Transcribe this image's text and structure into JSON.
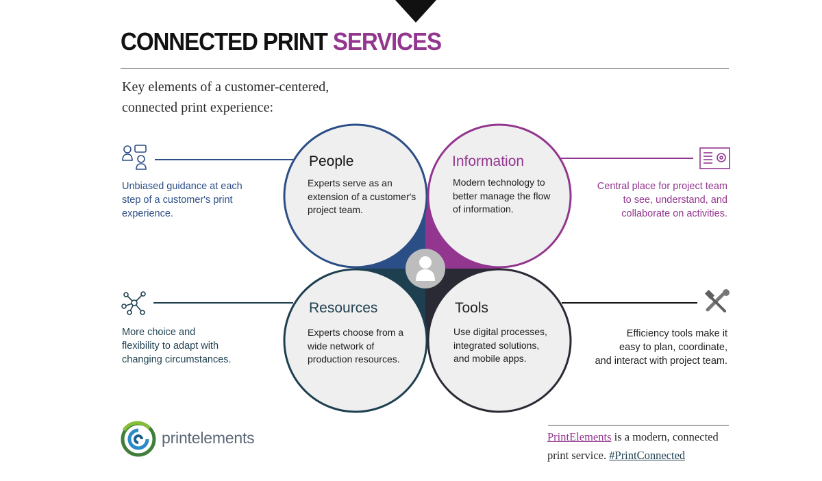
{
  "header": {
    "title_part1": "CONNECTED PRINT",
    "title_part2": "SERVICES",
    "subtitle_line1": "Key elements of a customer-centered,",
    "subtitle_line2": "connected print experience:"
  },
  "elements": {
    "people": {
      "title": "People",
      "text": [
        "Experts serve as an",
        "extension of a customer's",
        "project team."
      ],
      "side": [
        "Unbiased guidance at each",
        "step of a customer's print",
        "experience."
      ],
      "icon": "people-icon",
      "color": "#2c4e86"
    },
    "information": {
      "title": "Information",
      "text": [
        "Modern technology to",
        "better manage the flow",
        "of information."
      ],
      "side": [
        "Central place for project team",
        "to see, understand, and",
        "collaborate on activities."
      ],
      "icon": "dashboard-icon",
      "color": "#93368f"
    },
    "resources": {
      "title": "Resources",
      "text": [
        "Experts choose from a",
        "wide network of",
        "production resources."
      ],
      "side": [
        "More choice and",
        "flexibility to adapt with",
        "changing circumstances."
      ],
      "icon": "network-icon",
      "color": "#1e3f4f"
    },
    "tools": {
      "title": "Tools",
      "text": [
        "Use digital processes,",
        "integrated solutions,",
        "and mobile apps."
      ],
      "side": [
        "Efficiency tools make it",
        "easy to plan, coordinate,",
        "and interact with project team."
      ],
      "icon": "tools-icon",
      "color": "#2a2a35"
    }
  },
  "center": {
    "icon": "user-icon"
  },
  "logo": {
    "text_part1": "print",
    "text_part2": "elements"
  },
  "footnote": {
    "link1": "PrintElements",
    "text1": " is a modern, connected",
    "text2": "print service. ",
    "link2": "#PrintConnected"
  }
}
